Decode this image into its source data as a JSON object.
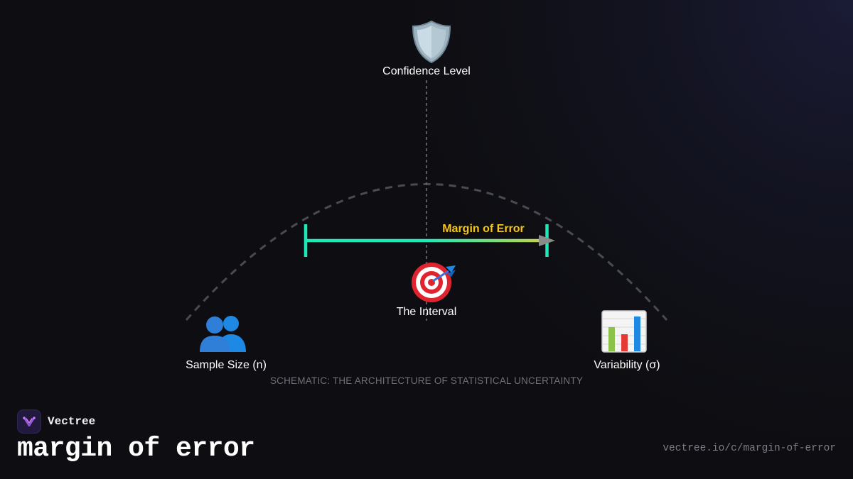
{
  "diagram": {
    "nodes": {
      "confidence": {
        "label": "Confidence Level",
        "icon": "shield-icon"
      },
      "interval": {
        "label": "The Interval",
        "icon": "target-icon"
      },
      "sample": {
        "label": "Sample Size (n)",
        "icon": "people-icon"
      },
      "variability": {
        "label": "Variability (σ)",
        "icon": "bar-chart-icon"
      }
    },
    "margin_label": "Margin of Error",
    "caption": "SCHEMATIC: THE ARCHITECTURE OF STATISTICAL UNCERTAINTY"
  },
  "brand": {
    "name": "Vectree",
    "icon": "vectree-logo-icon"
  },
  "page": {
    "title": "margin of error",
    "url": "vectree.io/c/margin-of-error"
  },
  "colors": {
    "background": "#0e0e12",
    "accent_teal": "#1de9b6",
    "accent_yellow": "#f5c518",
    "muted_text": "#6f6f78"
  }
}
